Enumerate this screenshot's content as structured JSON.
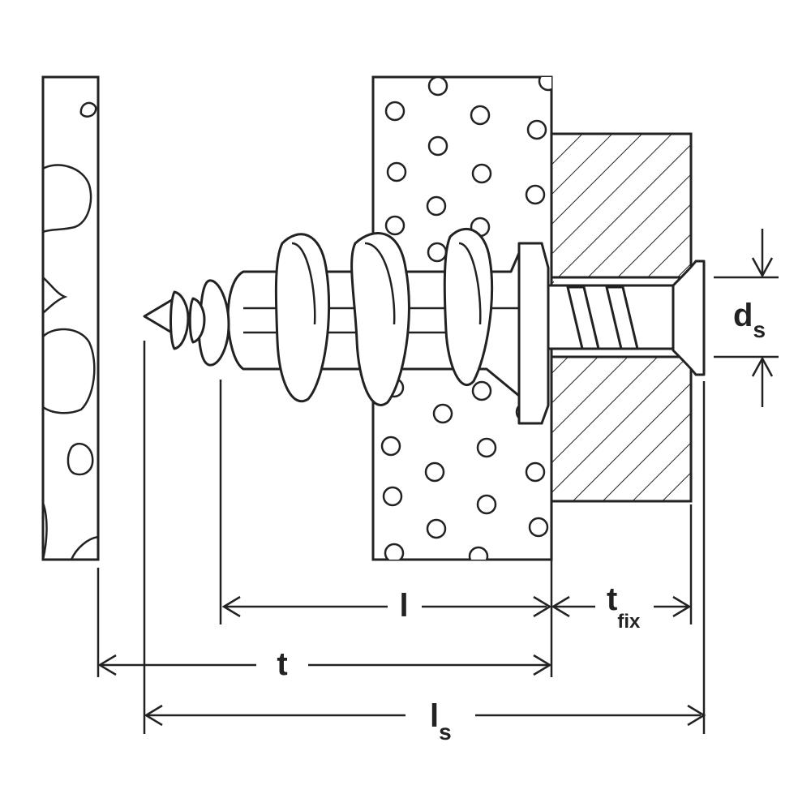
{
  "diagram": {
    "dimensions": {
      "l": {
        "main": "l",
        "sub": ""
      },
      "t": {
        "main": "t",
        "sub": ""
      },
      "ls": {
        "main": "l",
        "sub": "s"
      },
      "tfix": {
        "main": "t",
        "sub": "fix"
      },
      "ds": {
        "main": "d",
        "sub": "s"
      }
    },
    "colors": {
      "line": "#222222",
      "background": "#ffffff"
    },
    "icons": [
      "hollow-wall-anchor",
      "fixing-screw",
      "insulation-layer",
      "board-layer",
      "fixture-layer"
    ]
  }
}
